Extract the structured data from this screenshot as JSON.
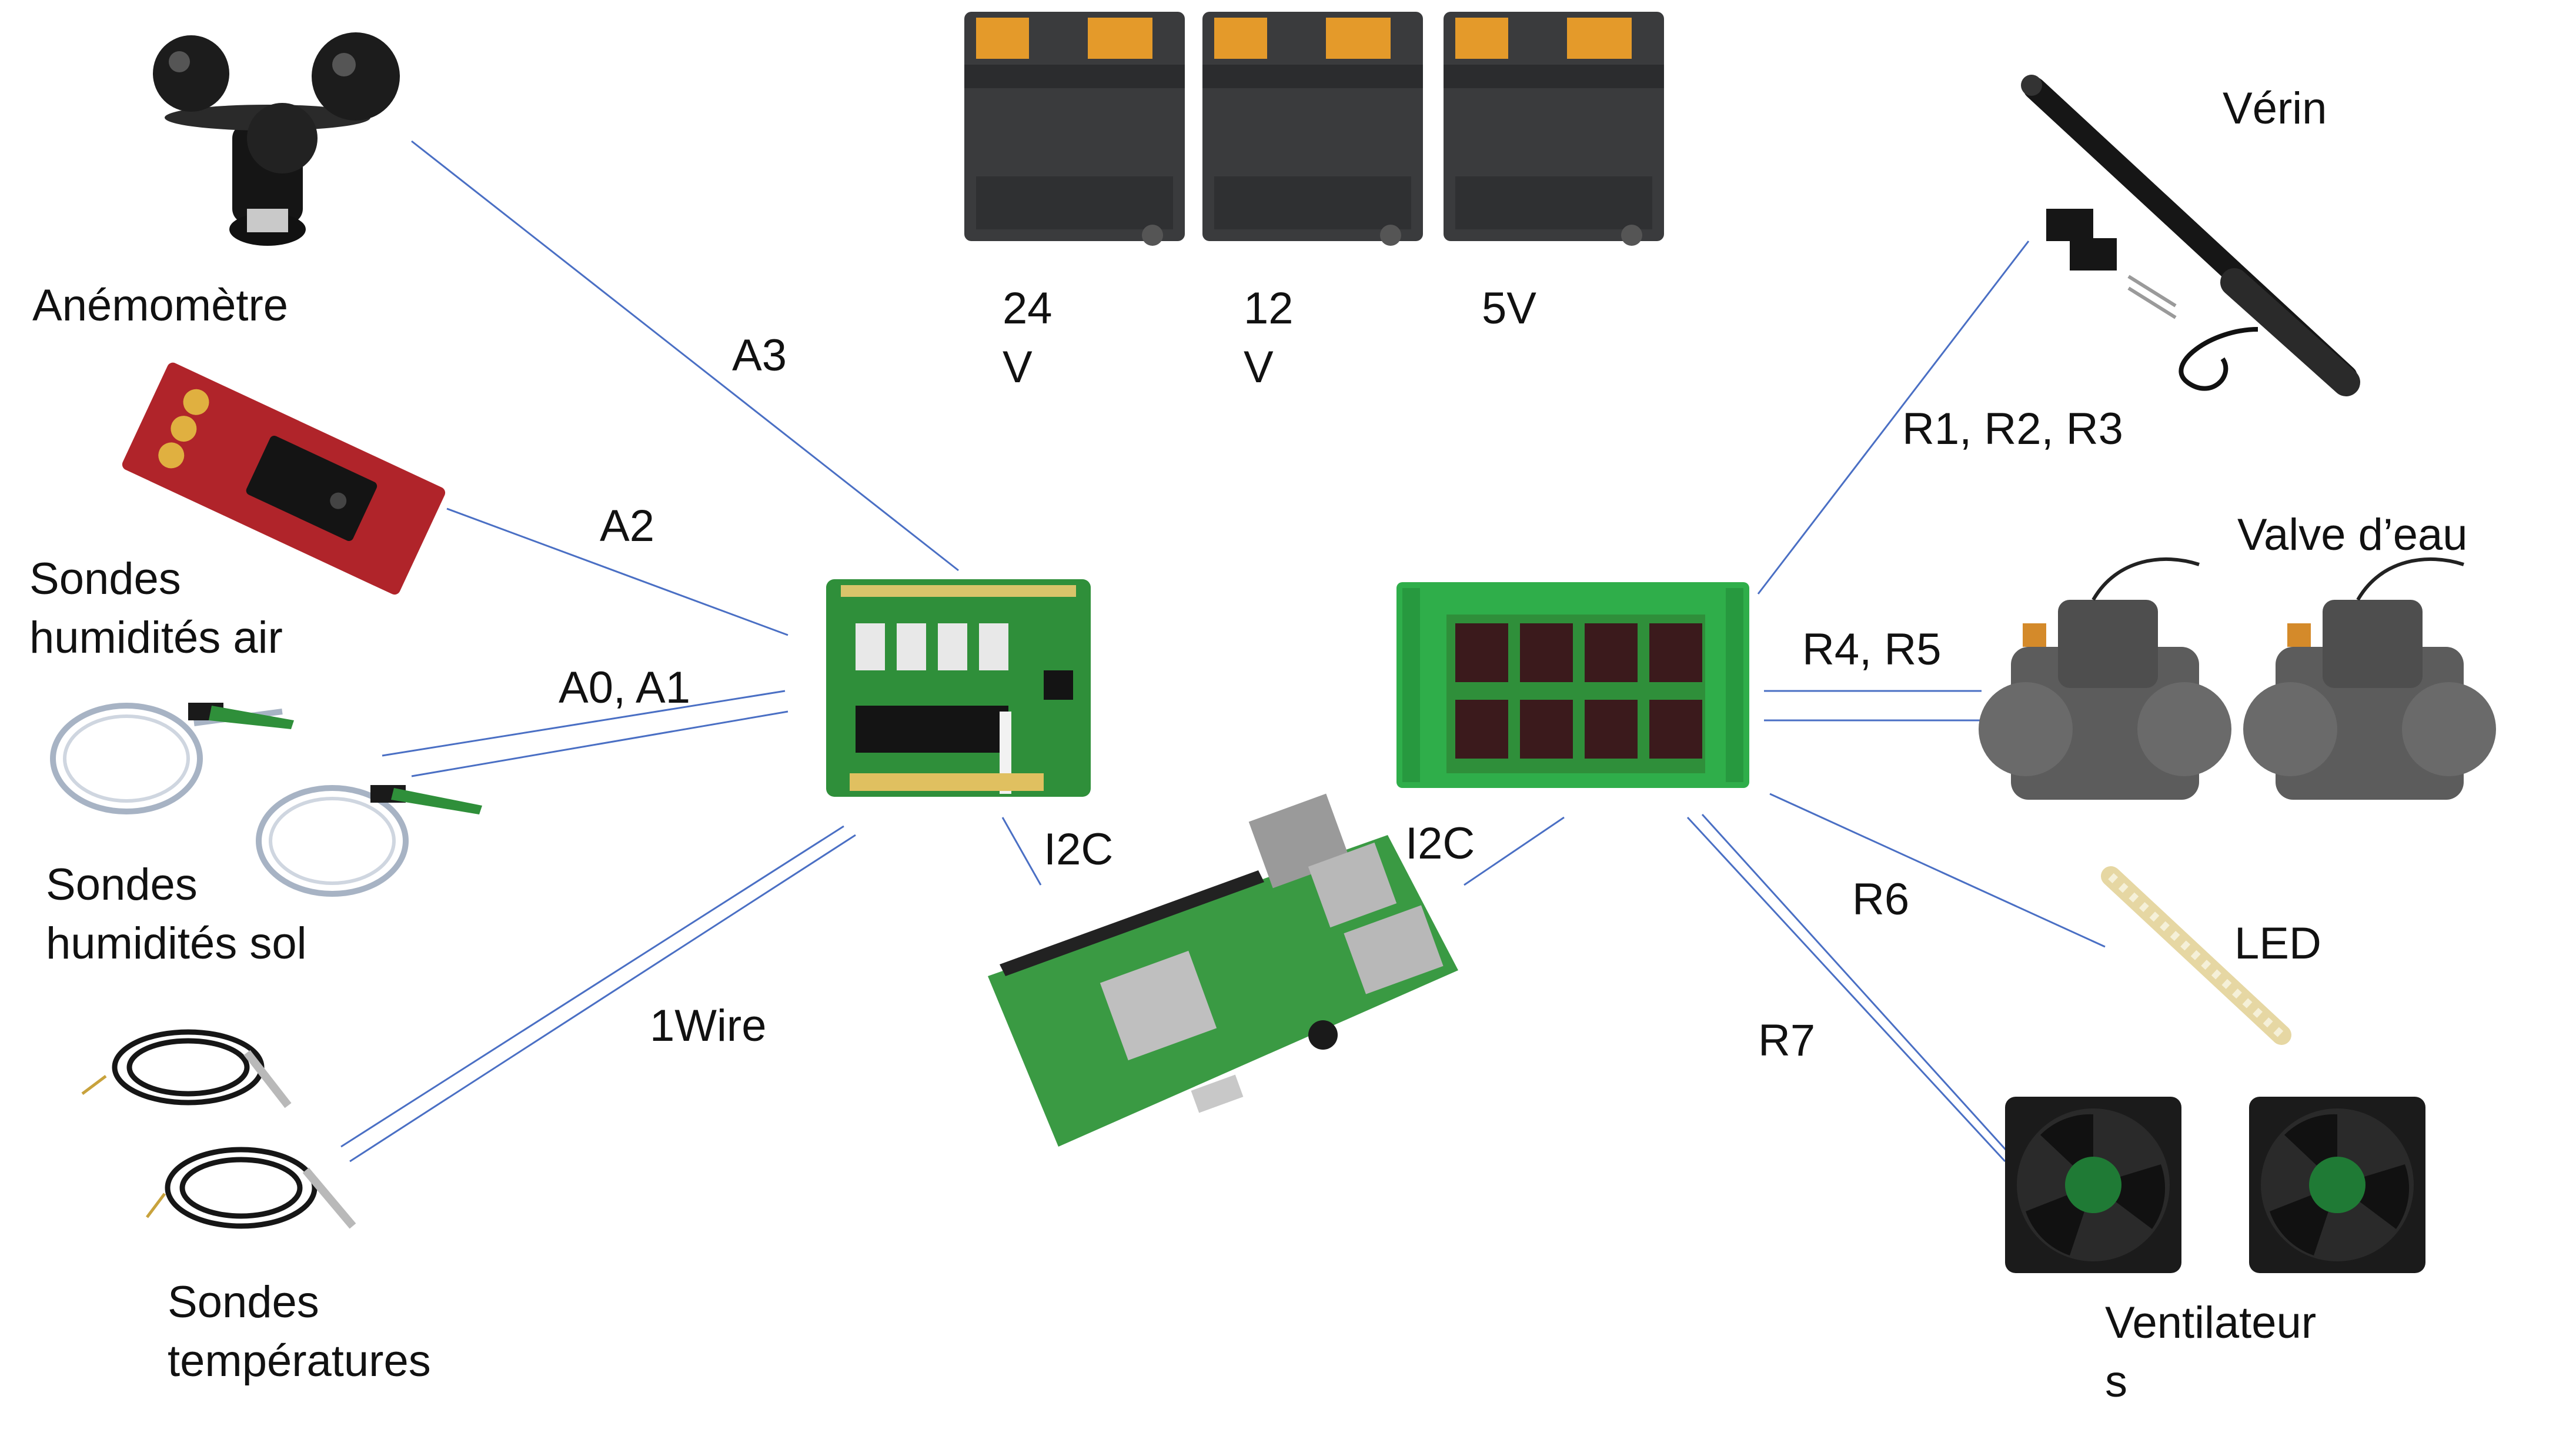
{
  "components": {
    "anemometre": "Anémomètre",
    "humid_air": "Sondes\nhumidités air",
    "humid_sol": "Sondes\nhumidités sol",
    "temp": "Sondes\ntempératures",
    "psu24": "24\nV",
    "psu12": "12\nV",
    "psu5": "5V",
    "verin": "Vérin",
    "valve": "Valve d’eau",
    "led": "LED",
    "ventilateurs": "Ventilateur\ns"
  },
  "connections": {
    "a3": "A3",
    "a2": "A2",
    "a0a1": "A0, A1",
    "onewire": "1Wire",
    "i2c_left": "I2C",
    "i2c_right": "I2C",
    "r123": "R1, R2, R3",
    "r45": "R4, R5",
    "r6": "R6",
    "r7": "R7"
  },
  "colors": {
    "connector_line": "#4a6fc4",
    "pcb_green": "#2f8f3a",
    "relay_green": "#2fae4a",
    "psu_gray": "#3a3b3d",
    "fan_black": "#1b1b1b",
    "valve_gray": "#5c5c5c"
  },
  "icons": [
    "anemometer-icon",
    "humidity-air-sensor-icon",
    "soil-moisture-probe-icon",
    "temperature-probe-icon",
    "power-supply-icon",
    "adc-hat-icon",
    "raspberry-pi-icon",
    "relay-board-icon",
    "linear-actuator-icon",
    "water-valve-icon",
    "led-strip-icon",
    "fan-icon"
  ]
}
